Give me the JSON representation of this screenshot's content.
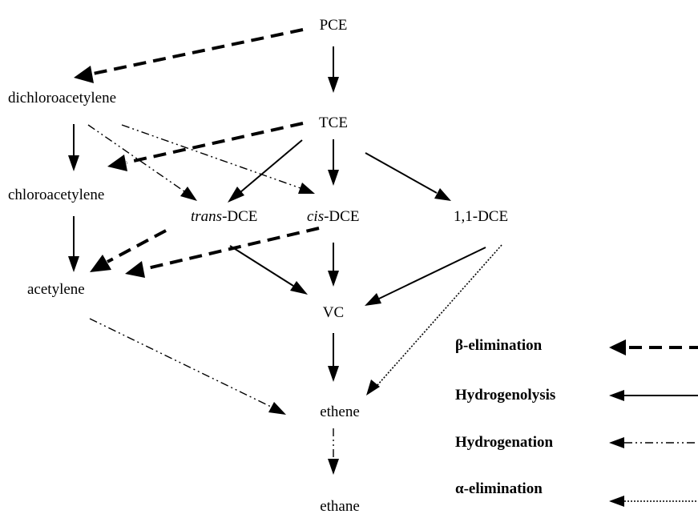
{
  "nodes": {
    "pce": "PCE",
    "tce": "TCE",
    "dichloroacetylene": "dichloroacetylene",
    "chloroacetylene": "chloroacetylene",
    "trans_dce_prefix": "trans",
    "trans_dce_suffix": "-DCE",
    "cis_dce_prefix": "cis",
    "cis_dce_suffix": "-DCE",
    "dce_11": "1,1-DCE",
    "acetylene": "acetylene",
    "vc": "VC",
    "ethene": "ethene",
    "ethane": "ethane"
  },
  "legend": {
    "beta": "β-elimination",
    "hydrogenolysis": "Hydrogenolysis",
    "hydrogenation": "Hydrogenation",
    "alpha": "α-elimination"
  },
  "edges": [
    {
      "from": "PCE",
      "to": "dichloroacetylene",
      "type": "beta"
    },
    {
      "from": "PCE",
      "to": "TCE",
      "type": "hydrogenolysis"
    },
    {
      "from": "TCE",
      "to": "chloroacetylene",
      "type": "beta"
    },
    {
      "from": "TCE",
      "to": "trans-DCE",
      "type": "hydrogenolysis"
    },
    {
      "from": "TCE",
      "to": "cis-DCE",
      "type": "hydrogenolysis"
    },
    {
      "from": "TCE",
      "to": "1,1-DCE",
      "type": "hydrogenolysis"
    },
    {
      "from": "dichloroacetylene",
      "to": "chloroacetylene",
      "type": "hydrogenolysis"
    },
    {
      "from": "dichloroacetylene",
      "to": "trans-DCE",
      "type": "hydrogenation"
    },
    {
      "from": "dichloroacetylene",
      "to": "cis-DCE",
      "type": "hydrogenation"
    },
    {
      "from": "chloroacetylene",
      "to": "acetylene",
      "type": "hydrogenolysis"
    },
    {
      "from": "trans-DCE",
      "to": "acetylene",
      "type": "beta"
    },
    {
      "from": "cis-DCE",
      "to": "acetylene",
      "type": "beta"
    },
    {
      "from": "trans-DCE",
      "to": "VC",
      "type": "hydrogenolysis"
    },
    {
      "from": "cis-DCE",
      "to": "VC",
      "type": "hydrogenolysis"
    },
    {
      "from": "1,1-DCE",
      "to": "VC",
      "type": "hydrogenolysis"
    },
    {
      "from": "1,1-DCE",
      "to": "ethene",
      "type": "alpha"
    },
    {
      "from": "acetylene",
      "to": "ethene",
      "type": "hydrogenation"
    },
    {
      "from": "VC",
      "to": "ethene",
      "type": "hydrogenolysis"
    },
    {
      "from": "ethene",
      "to": "ethane",
      "type": "hydrogenation"
    }
  ]
}
